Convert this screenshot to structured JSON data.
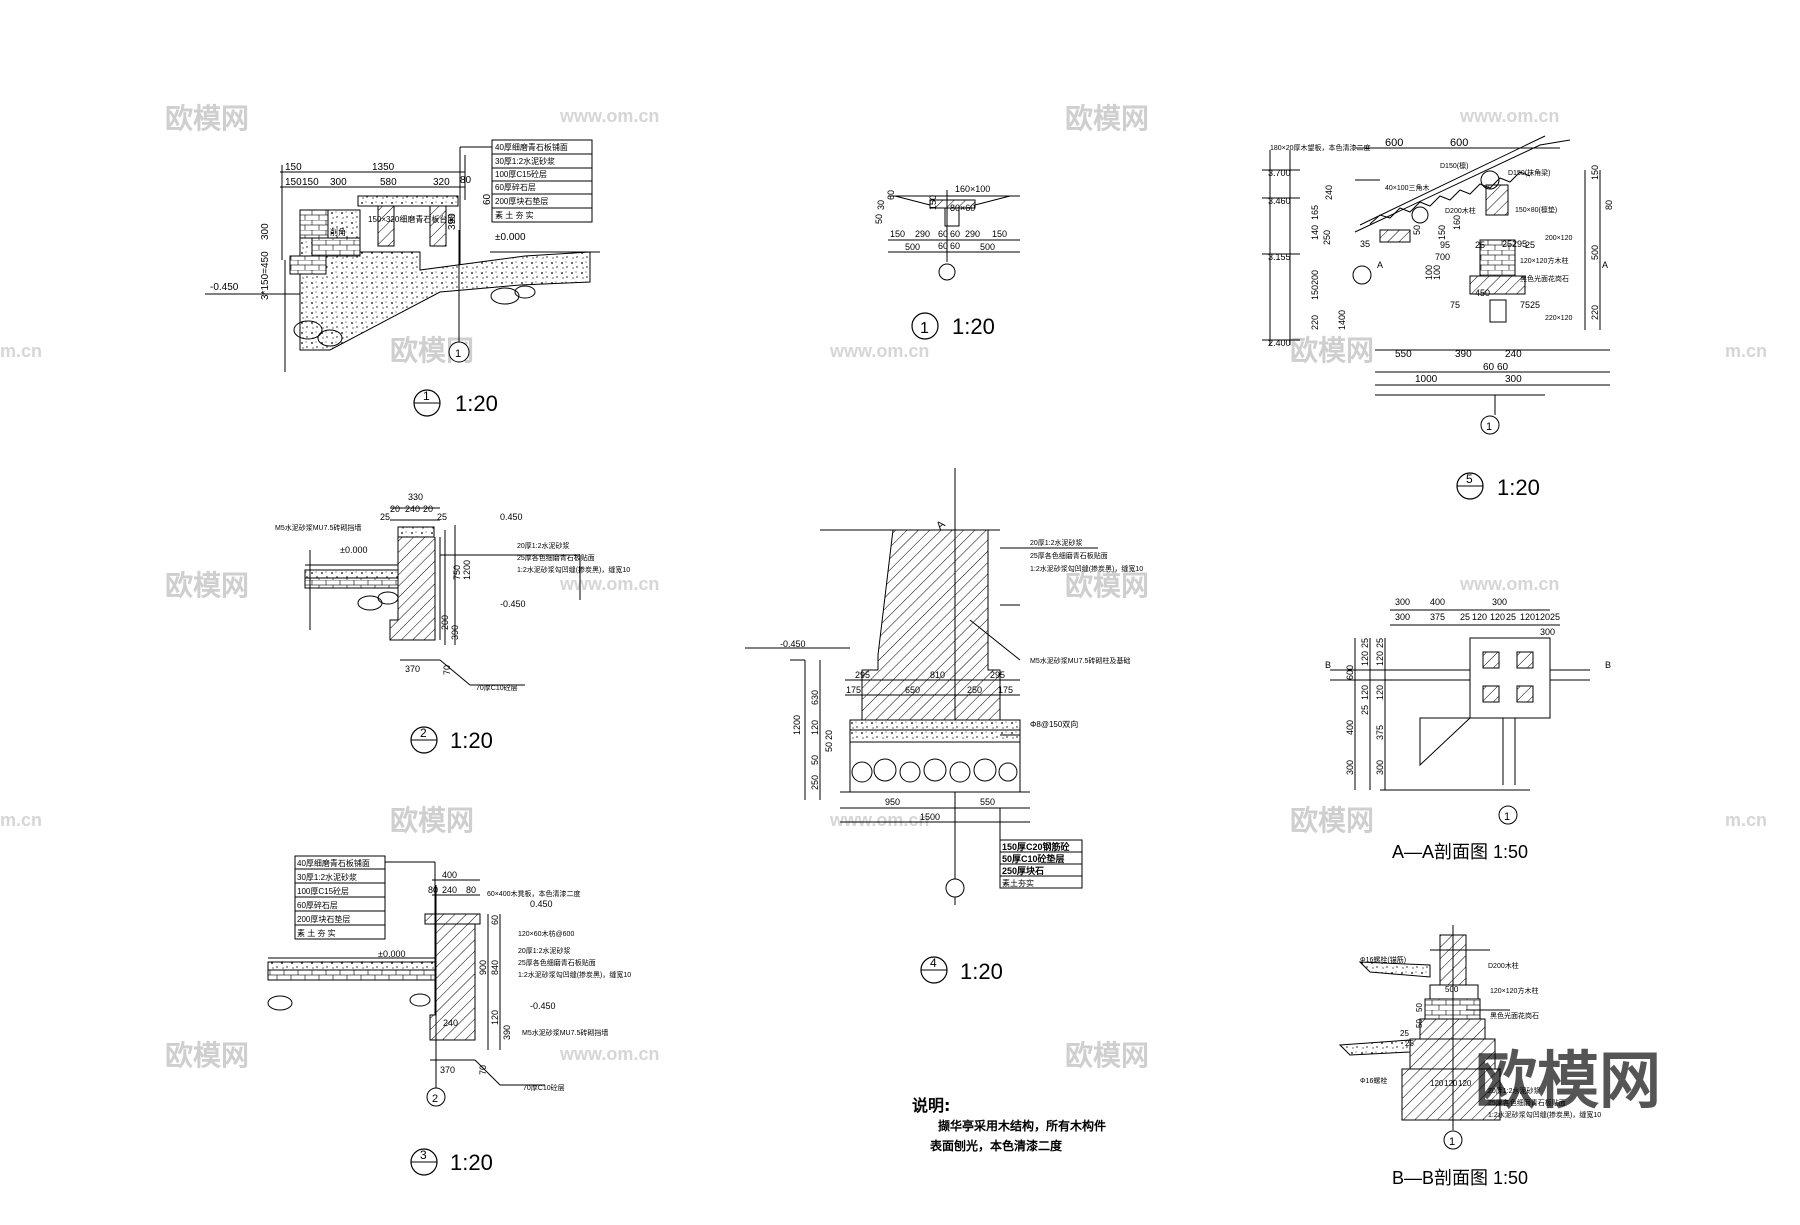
{
  "watermarks": {
    "brand": "欧模网",
    "url": "www.om.cn",
    "url_left": "m.cn",
    "logo_text": "欧模网"
  },
  "details": {
    "d1": {
      "scale": "1:20",
      "sym_num": "1",
      "ref_circle": "1",
      "dims": [
        "150",
        "1350",
        "150",
        "150",
        "300",
        "580",
        "320",
        "80",
        "300",
        "3*150=450",
        "390",
        "60"
      ],
      "elev": [
        "-0.450",
        "±0.000"
      ],
      "layers": [
        "40厚细磨青石板铺面",
        "30厚1:2水泥砂浆",
        "100厚C15砼层",
        "60厚碎石层",
        "200厚块石垫层",
        "素 土 夯 实"
      ],
      "notes": [
        "150×320细磨青石板台面",
        "削角"
      ]
    },
    "d1b": {
      "scale": "1:20",
      "sym_num": "1",
      "dims": [
        "160×100",
        "30",
        "60",
        "80×60",
        "150",
        "50",
        "150",
        "290",
        "60",
        "60",
        "290",
        "150",
        "500",
        "60",
        "60",
        "500"
      ]
    },
    "d5": {
      "scale": "1:20",
      "sym_num": "5",
      "ref_circle": "1",
      "dims_top": [
        "600",
        "600"
      ],
      "elev": [
        "3.700",
        "3.460",
        "3.155",
        "2.400"
      ],
      "dims_bottom": [
        "550",
        "390",
        "240",
        "1000",
        "60",
        "60",
        "300"
      ],
      "labels": [
        "180×20厚木望板，本色清漆二度",
        "D150(檩)",
        "D150(抹角梁)",
        "40×100三角木",
        "D200木柱",
        "150×80(檩垫)",
        "200×120",
        "120×120方木柱",
        "黑色光面花岗石",
        "220×120"
      ],
      "side_dims": [
        "240",
        "165",
        "140",
        "250",
        "200",
        "150",
        "220",
        "1400",
        "35",
        "95",
        "700",
        "25",
        "25",
        "75",
        "75",
        "25",
        "100",
        "100",
        "50",
        "150",
        "160",
        "25",
        "295",
        "450",
        "150",
        "80",
        "500",
        "220"
      ],
      "section_marks": [
        "A",
        "A"
      ]
    },
    "d2": {
      "scale": "1:20",
      "sym_num": "2",
      "dims": [
        "330",
        "20",
        "240",
        "20",
        "25",
        "25",
        "750",
        "200",
        "390",
        "370",
        "70",
        "1200"
      ],
      "elev": [
        "0.450",
        "±0.000",
        "-0.450"
      ],
      "labels": [
        "M5水泥砂浆MU7.5砖砌挡墙",
        "20厚1:2水泥砂浆",
        "25厚各色细磨青石板贴面",
        "1:2水泥砂浆勾凹缝(掺炭黑)，缝宽10",
        "70厚C10砼层"
      ]
    },
    "d4": {
      "scale": "1:20",
      "sym_num": "4",
      "section_mark": "A",
      "elev": [
        "-0.450"
      ],
      "dims_left": [
        "630",
        "1200",
        "120",
        "50",
        "250",
        "50",
        "20"
      ],
      "dims_top": [
        "295",
        "810",
        "295",
        "175",
        "650",
        "250",
        "175"
      ],
      "dims_bottom": [
        "950",
        "550",
        "1500"
      ],
      "labels": [
        "20厚1:2水泥砂浆",
        "25厚各色细磨青石板贴面",
        "1:2水泥砂浆勾凹缝(掺炭黑)，缝宽10",
        "M5水泥砂浆MU7.5砖砌柱及基础",
        "Φ8@150双向"
      ],
      "layers": [
        "150厚C20钢筋砼",
        "50厚C10砼垫层",
        "250厚块石",
        "素土夯实"
      ]
    },
    "dAA": {
      "title": "A—A剖面图 1:50",
      "ref_circle": "1",
      "dims_top": [
        "300",
        "400",
        "300",
        "25",
        "120",
        "120",
        "25",
        "120",
        "120",
        "25",
        "375",
        "300",
        "300"
      ],
      "dims_left": [
        "25",
        "120",
        "120",
        "25",
        "600",
        "120",
        "120",
        "25",
        "400",
        "375",
        "300",
        "300"
      ],
      "marks": [
        "B",
        "B"
      ]
    },
    "dBB": {
      "title": "B—B剖面图 1:50",
      "ref_circle": "1",
      "labels": [
        "Φ16螺栓(锚筋)",
        "D200木柱",
        "120×120方木柱",
        "黑色光面花岗石",
        "20厚1:2水泥砂浆",
        "25厚各色细磨青石板贴面",
        "1:2水泥砂浆勾凹缝(掺炭黑)，缝宽10",
        "Φ16螺栓"
      ],
      "dims": [
        "500",
        "50",
        "50",
        "25",
        "120",
        "120",
        "120",
        "25"
      ]
    },
    "d3": {
      "scale": "1:20",
      "sym_num": "3",
      "ref_circle": "2",
      "layers": [
        "40厚细磨青石板铺面",
        "30厚1:2水泥砂浆",
        "100厚C15砼层",
        "60厚碎石层",
        "200厚块石垫层",
        "素 土 夯 实"
      ],
      "dims": [
        "400",
        "80",
        "240",
        "80",
        "900",
        "840",
        "120",
        "390",
        "240",
        "370",
        "70",
        "60"
      ],
      "elev": [
        "0.450",
        "±0.000",
        "-0.450"
      ],
      "labels": [
        "60×400木凳板，本色清漆二度",
        "120×60木枋@600",
        "20厚1:2水泥砂浆",
        "25厚各色细磨青石板贴面",
        "1:2水泥砂浆勾凹缝(掺炭黑)，缝宽10",
        "M5水泥砂浆MU7.5砖砌挡墙",
        "70厚C10砼层"
      ]
    }
  },
  "notes": {
    "heading": "说明:",
    "line1": "撷华亭采用木结构，所有木构件",
    "line2": "表面刨光，本色清漆二度"
  }
}
